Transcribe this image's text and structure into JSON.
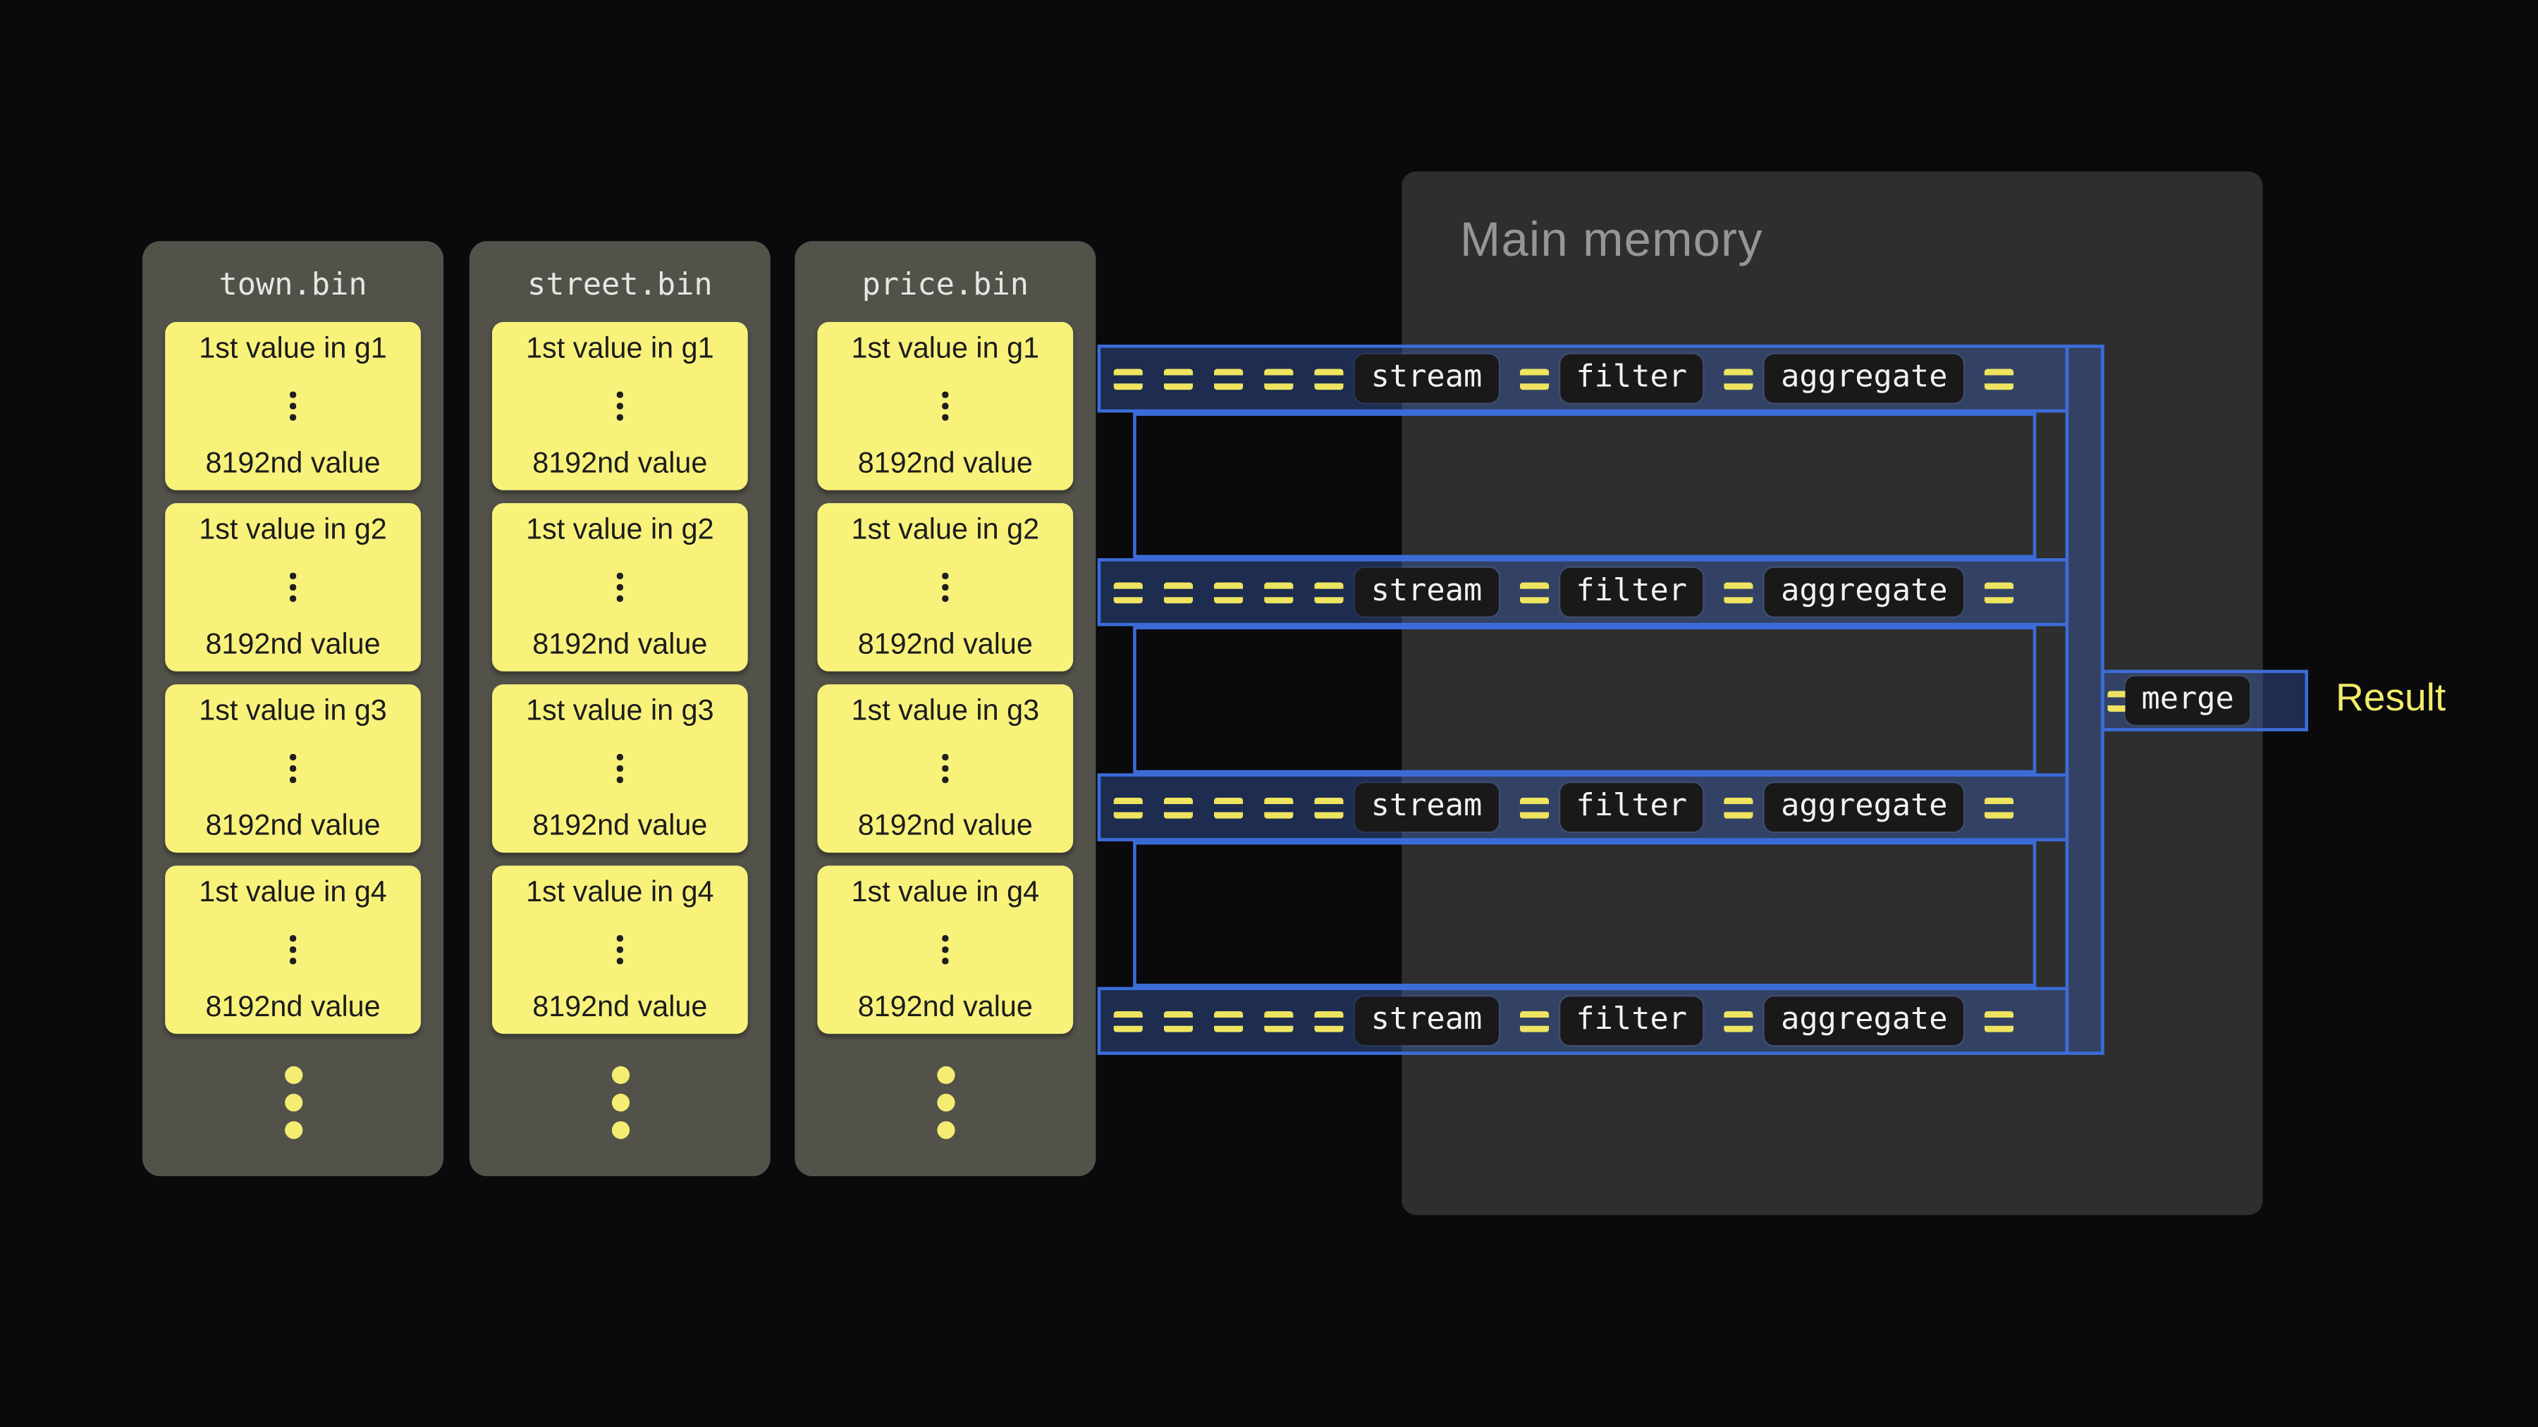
{
  "files": [
    {
      "name": "town.bin",
      "groups": [
        {
          "top": "1st value in g1",
          "bottom": "8192nd value"
        },
        {
          "top": "1st value in g2",
          "bottom": "8192nd value"
        },
        {
          "top": "1st value in g3",
          "bottom": "8192nd value"
        },
        {
          "top": "1st value in g4",
          "bottom": "8192nd value"
        }
      ]
    },
    {
      "name": "street.bin",
      "groups": [
        {
          "top": "1st value in g1",
          "bottom": "8192nd value"
        },
        {
          "top": "1st value in g2",
          "bottom": "8192nd value"
        },
        {
          "top": "1st value in g3",
          "bottom": "8192nd value"
        },
        {
          "top": "1st value in g4",
          "bottom": "8192nd value"
        }
      ]
    },
    {
      "name": "price.bin",
      "groups": [
        {
          "top": "1st value in g1",
          "bottom": "8192nd value"
        },
        {
          "top": "1st value in g2",
          "bottom": "8192nd value"
        },
        {
          "top": "1st value in g3",
          "bottom": "8192nd value"
        },
        {
          "top": "1st value in g4",
          "bottom": "8192nd value"
        }
      ]
    }
  ],
  "memory": {
    "title": "Main memory"
  },
  "pipelines": [
    {
      "ops": [
        "stream",
        "filter",
        "aggregate"
      ]
    },
    {
      "ops": [
        "stream",
        "filter",
        "aggregate"
      ]
    },
    {
      "ops": [
        "stream",
        "filter",
        "aggregate"
      ]
    },
    {
      "ops": [
        "stream",
        "filter",
        "aggregate"
      ]
    }
  ],
  "merge": {
    "label": "merge"
  },
  "result": {
    "label": "Result"
  },
  "colors": {
    "background": "#0a0a0c",
    "file_panel": "#52524a",
    "card": "#f8f27b",
    "memory_panel": "#2e2e2e",
    "pipeline_border": "#3c6cd8",
    "pipeline_fill": "rgba(60,100,190,0.38)",
    "equals_icon": "#eee45f",
    "op_box": "#191919",
    "result_text": "#f3ec6a"
  }
}
